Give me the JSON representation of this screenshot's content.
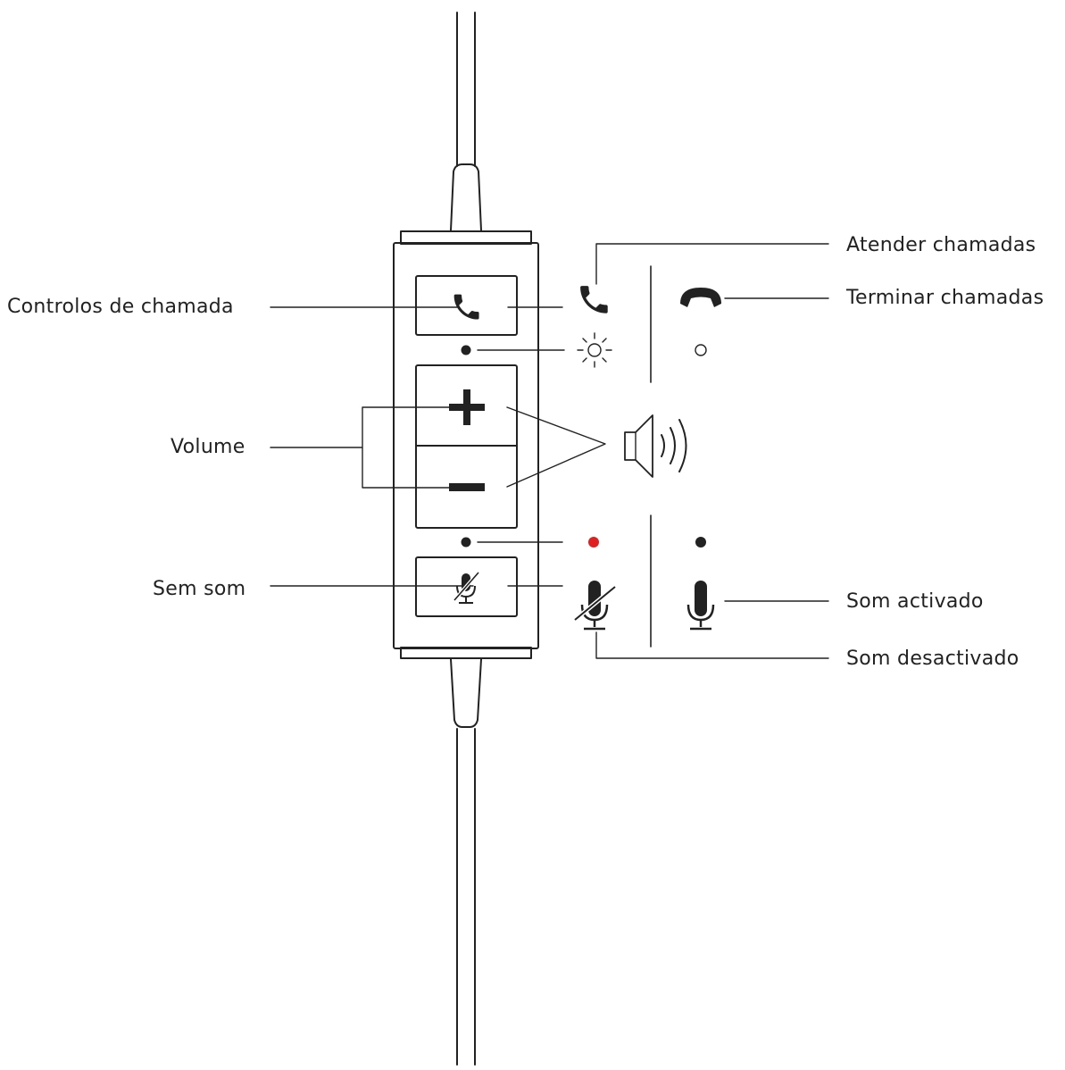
{
  "labels": {
    "call_controls": "Controlos de chamada",
    "volume": "Volume",
    "mute": "Sem som",
    "answer_call": "Atender chamadas",
    "end_call": "Terminar chamadas",
    "unmuted": "Som activado",
    "muted": "Som desactivado"
  },
  "colors": {
    "line": "#222222",
    "muted_led": "#e02020",
    "background": "#ffffff"
  },
  "icons": {
    "call_button": "phone-icon",
    "volume_up": "plus-icon",
    "volume_down": "minus-icon",
    "mute_button": "mic-muted-icon",
    "answer": "phone-icon",
    "end": "phone-hangup-icon",
    "call_led_on": "led-blinking-icon",
    "call_led_off": "led-off-icon",
    "speaker": "speaker-icon",
    "mute_led_on": "led-red-icon",
    "mute_led_off": "led-off-icon",
    "muted_state": "mic-muted-icon",
    "unmuted_state": "mic-icon"
  }
}
